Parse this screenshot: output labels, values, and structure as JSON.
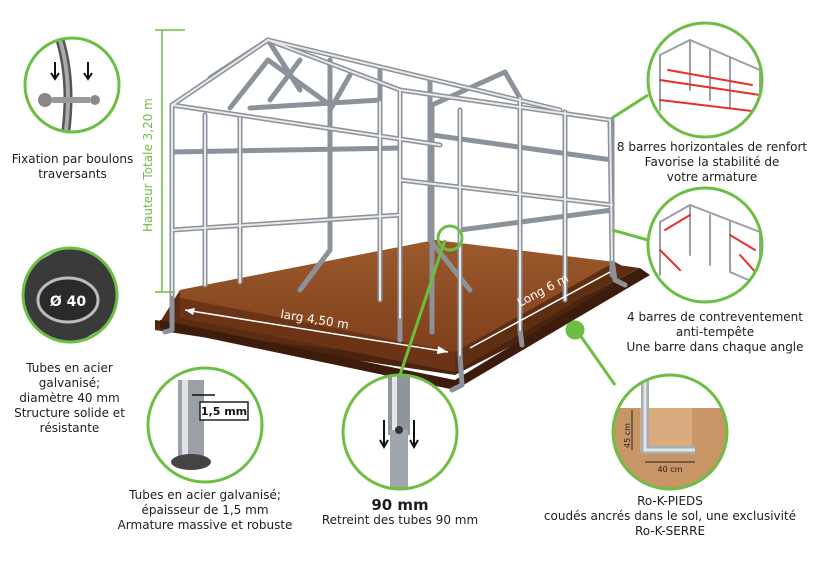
{
  "colors": {
    "accent_green": "#6cbe45",
    "soil_brown": "#8b4a22",
    "frame_silver": "#b9bec4",
    "brace_red": "#e53030"
  },
  "dimensions": {
    "height": "Hauteur Totale 3,20 m",
    "width": "larg 4,50 m",
    "length": "Long 6 m"
  },
  "callouts": {
    "bolt": {
      "lines": [
        "Fixation par boulons",
        "traversants"
      ]
    },
    "tube_diameter": {
      "badge": "Ø 40",
      "lines": [
        "Tubes en acier",
        "galvanisé;",
        "diamètre 40 mm",
        "Structure solide et",
        "résistante"
      ]
    },
    "tube_thickness": {
      "badge": "1,5 mm",
      "lines": [
        "Tubes en acier galvanisé;",
        "épaisseur de 1,5 mm",
        "Armature massive et robuste"
      ]
    },
    "retreint": {
      "value": "90 mm",
      "lines": [
        "Retreint des tubes 90 mm"
      ]
    },
    "horizontal_bars": {
      "lines": [
        "8 barres horizontales de renfort",
        "Favorise la stabilité de",
        "votre armature"
      ]
    },
    "bracing_bars": {
      "lines": [
        "4 barres de contreventement",
        "anti-tempête",
        "Une barre dans chaque angle"
      ]
    },
    "feet": {
      "dim_vertical": "45 cm",
      "dim_horizontal": "40 cm",
      "lines": [
        "Ro-K-PIEDS",
        "coudés ancrés dans le sol, une exclusivité",
        "Ro-K-SERRE"
      ]
    }
  }
}
